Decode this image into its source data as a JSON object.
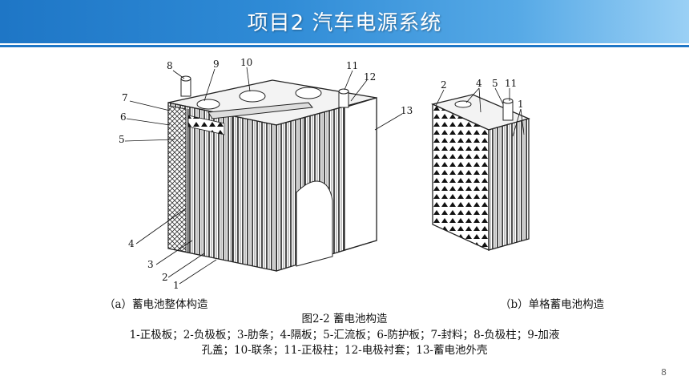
{
  "header": {
    "title": "项目2  汽车电源系统"
  },
  "figure": {
    "caption_a": "（a）蓄电池整体构造",
    "caption_b": "（b）单格蓄电池构造",
    "title": "图2-2  蓄电池构造",
    "legend_line1": "1-正极板；2-负极板；3-肋条；4-隔板；5-汇流板；6-防护板；7-封料；8-负极柱；9-加液",
    "legend_line2": "孔盖；10-联条；11-正极柱；12-电极衬套；13-蓄电池外壳",
    "labels_a": [
      "1",
      "2",
      "3",
      "4",
      "5",
      "6",
      "7",
      "8",
      "9",
      "10",
      "11",
      "12",
      "13"
    ],
    "labels_b": [
      "2",
      "4",
      "5",
      "11",
      "1"
    ]
  },
  "footer": {
    "page_number": "8"
  }
}
